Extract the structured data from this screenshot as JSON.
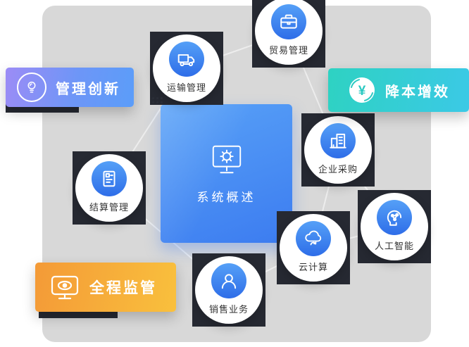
{
  "page": {
    "background": "#ffffff",
    "backdrop_color": "#d8d8d8",
    "shadow_square_color": "#262932"
  },
  "center": {
    "label": "系统概述",
    "icon": "monitor-gear-icon",
    "gradient": [
      "#58a1f7",
      "#3c7cf0"
    ]
  },
  "nodes": [
    {
      "id": "trade",
      "label": "贸易管理",
      "icon": "briefcase-icon"
    },
    {
      "id": "transport",
      "label": "运输管理",
      "icon": "truck-icon"
    },
    {
      "id": "settlement",
      "label": "结算管理",
      "icon": "invoice-icon"
    },
    {
      "id": "procurement",
      "label": "企业采购",
      "icon": "building-icon"
    },
    {
      "id": "ai",
      "label": "人工智能",
      "icon": "ai-head-icon"
    },
    {
      "id": "cloud",
      "label": "云计算",
      "icon": "cloud-icon"
    },
    {
      "id": "sales",
      "label": "销售业务",
      "icon": "person-icon"
    }
  ],
  "node_circle_gradient": [
    "#55a0f7",
    "#2e6de8"
  ],
  "banners": [
    {
      "id": "innovation",
      "label": "管理创新",
      "icon": "lightbulb-icon",
      "gradient": [
        "#9c8cf6",
        "#5b9df9"
      ]
    },
    {
      "id": "efficiency",
      "label": "降本增效",
      "icon": "yen-refresh-icon",
      "icon_glyph": "¥",
      "icon_color": "#2bc9c2",
      "gradient": [
        "#2ed2c2",
        "#3bc9e6"
      ]
    },
    {
      "id": "supervision",
      "label": "全程监管",
      "icon": "monitor-eye-icon",
      "gradient": [
        "#f49a37",
        "#f9c03d"
      ]
    }
  ]
}
